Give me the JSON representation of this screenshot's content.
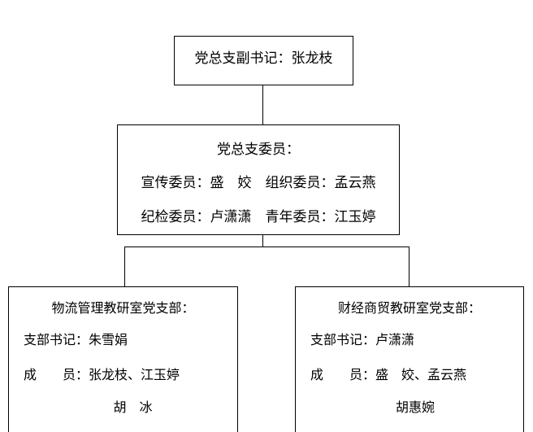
{
  "diagram": {
    "type": "org-chart",
    "orientation": "top-down",
    "background_color": "#ffffff",
    "line_color": "#000000",
    "text_color": "#000000"
  },
  "nodes": {
    "deputy_secretary": {
      "text": "党总支副书记：张龙枝"
    },
    "committee": {
      "title": "党总支委员：",
      "member_line_1": "宣传委员：盛　姣　组织委员：孟云燕",
      "member_line_2": "纪检委员：卢潇潇　青年委员：江玉婷",
      "roles": [
        {
          "role": "宣传委员",
          "name": "盛　姣"
        },
        {
          "role": "组织委员",
          "name": "孟云燕"
        },
        {
          "role": "纪检委员",
          "name": "卢潇潇"
        },
        {
          "role": "青年委员",
          "name": "江玉婷"
        }
      ]
    },
    "branch_logistics": {
      "title": "物流管理教研室党支部：",
      "secretary_line": "支部书记：朱雪娟",
      "members_line_1": "成　　员：张龙枝、江玉婷",
      "members_line_2": "胡　冰",
      "secretary_label": "支部书记",
      "secretary_name": "朱雪娟",
      "members_label": "成　　员",
      "members": [
        "张龙枝",
        "江玉婷",
        "胡　冰"
      ]
    },
    "branch_commerce": {
      "title": "财经商贸教研室党支部：",
      "secretary_line": "支部书记：卢潇潇",
      "members_line_1": "成　　员：盛　姣、孟云燕",
      "members_line_2": "胡惠婉",
      "secretary_label": "支部书记",
      "secretary_name": "卢潇潇",
      "members_label": "成　　员",
      "members": [
        "盛　姣",
        "孟云燕",
        "胡惠婉"
      ]
    }
  },
  "edges": [
    {
      "from": "deputy_secretary",
      "to": "committee"
    },
    {
      "from": "committee",
      "to": "branch_logistics"
    },
    {
      "from": "committee",
      "to": "branch_commerce"
    }
  ]
}
